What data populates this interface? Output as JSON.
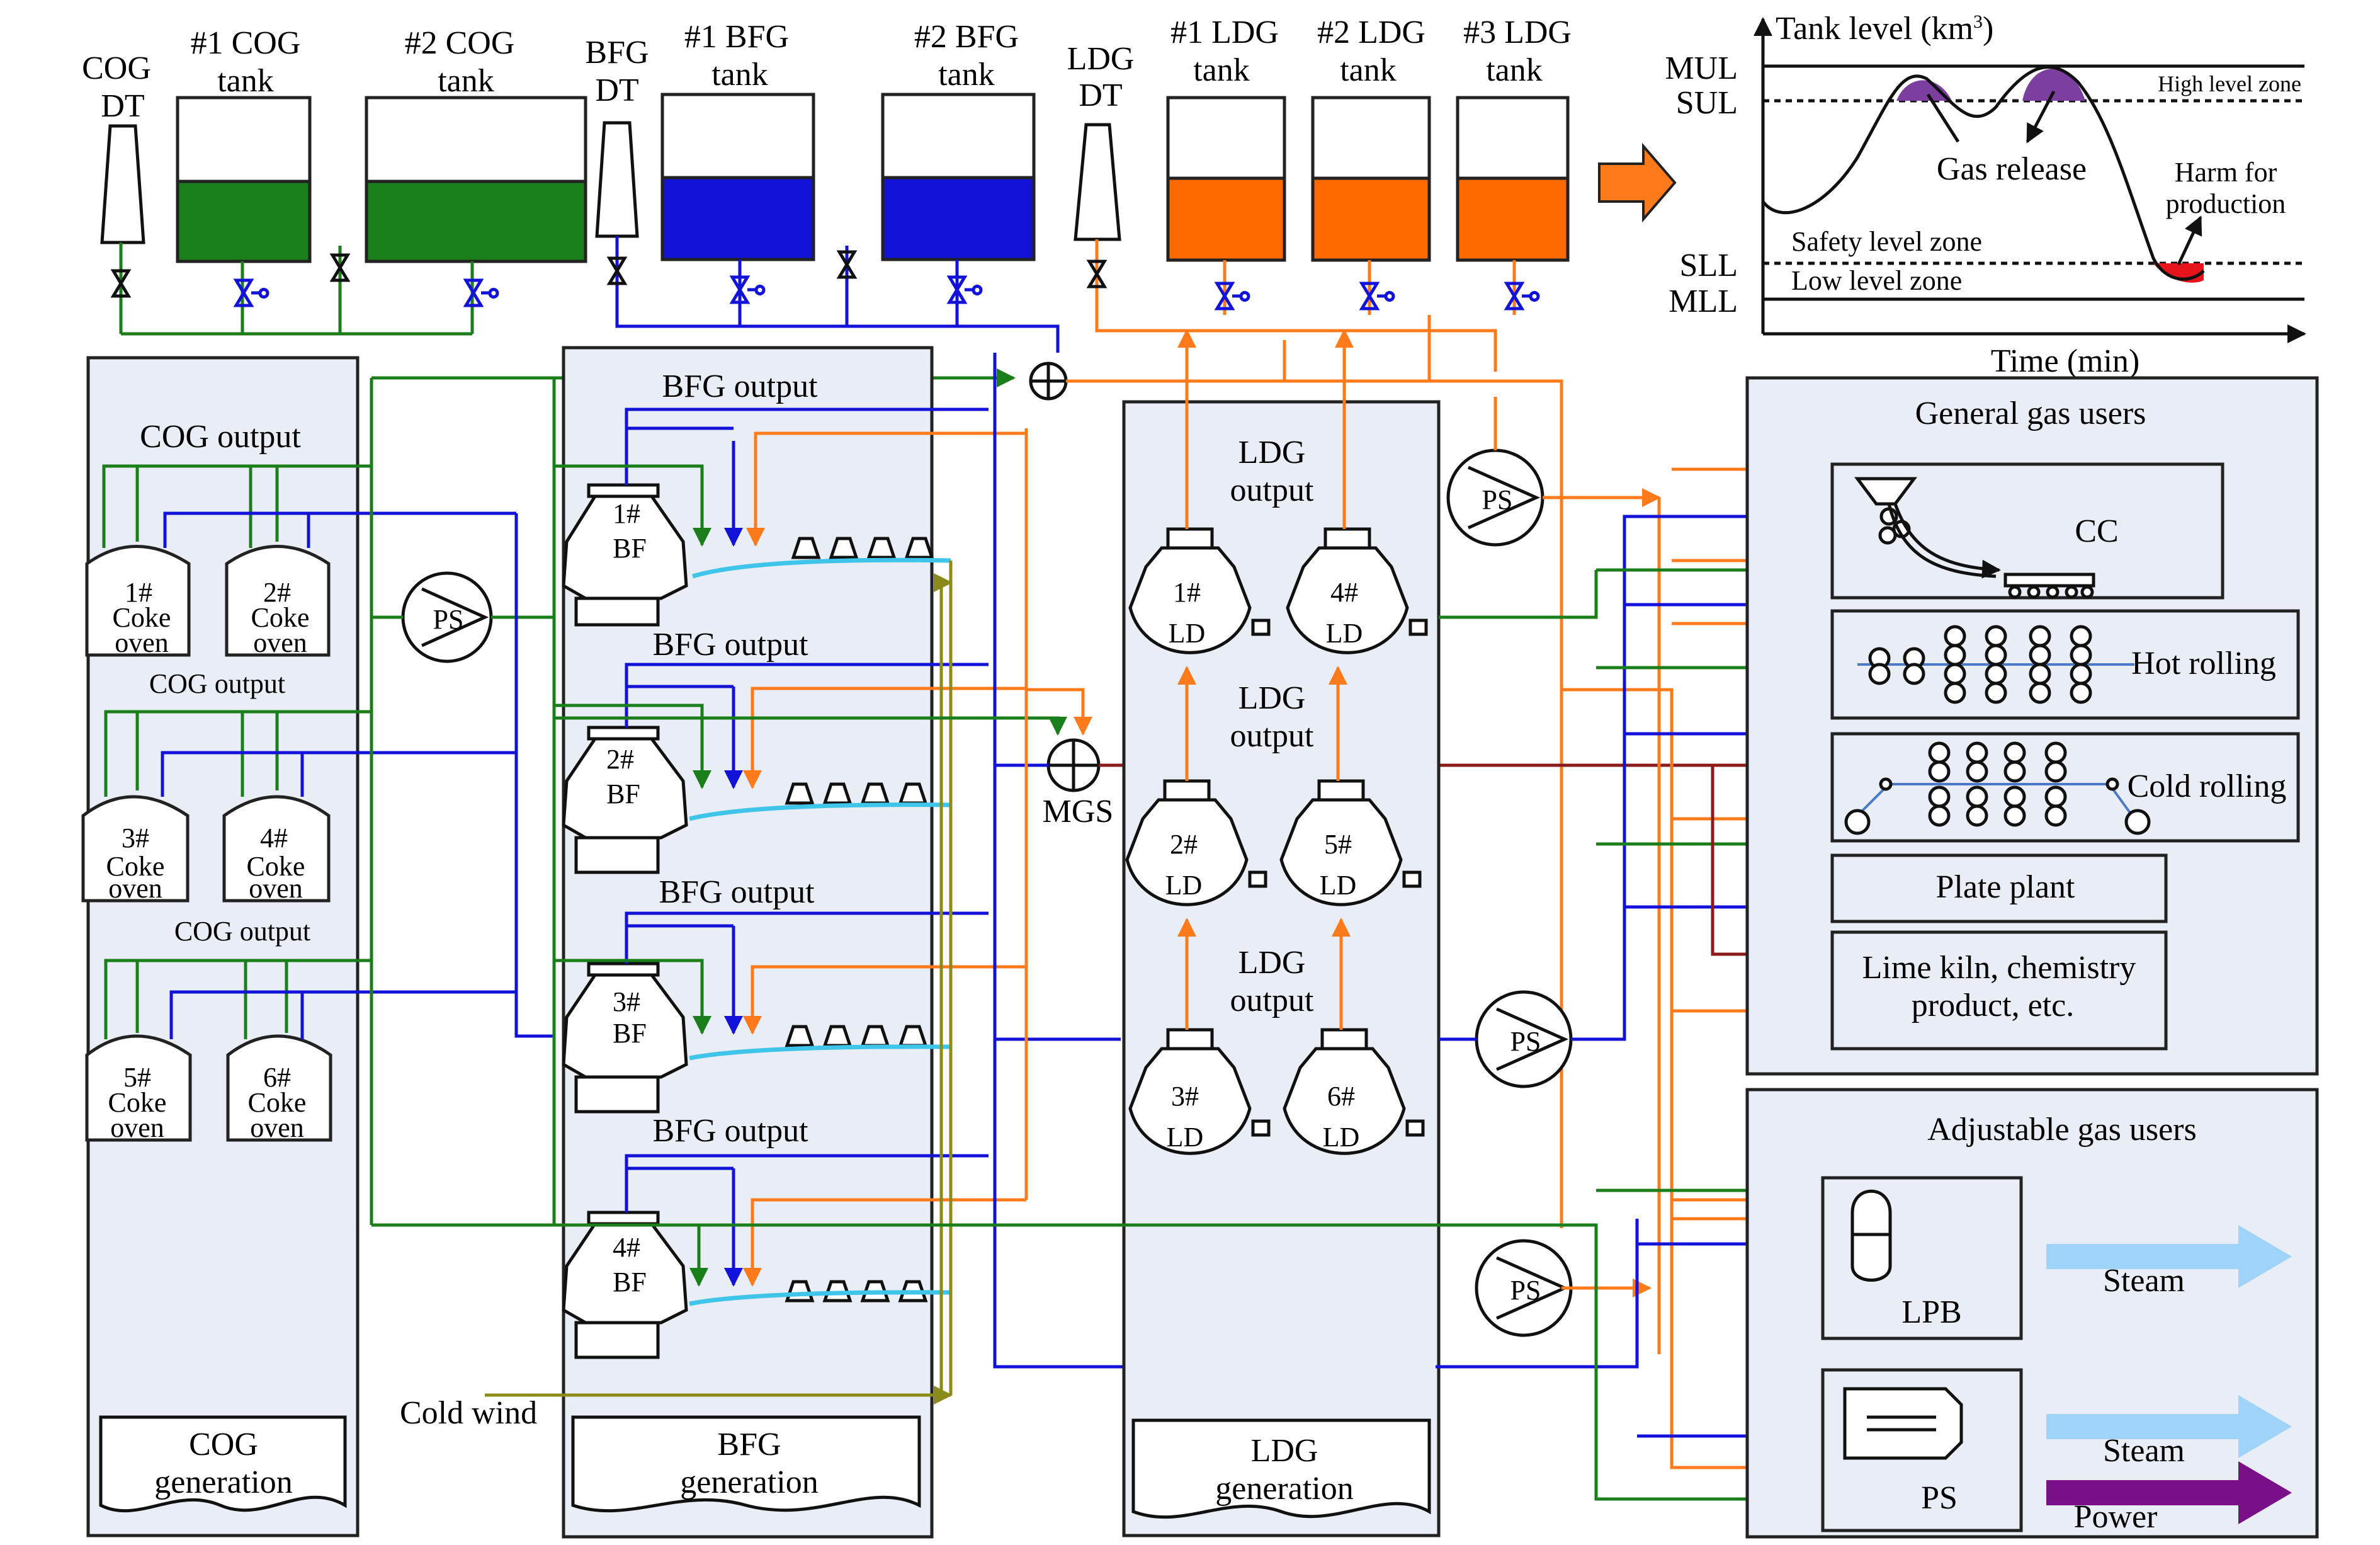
{
  "colors": {
    "cog": "#1a7f1a",
    "bfg": "#1212d8",
    "ldg": "#ff7a1a",
    "mixed": "#8b1a1a",
    "cold_wind": "#8b8b1a",
    "slag": "#3fc4ea",
    "steam": "#9fd3f7",
    "power": "#7a0f8a",
    "panel": "#e9edf5",
    "release": "#7b3fa0",
    "harm": "#e8141b"
  },
  "tanks": {
    "cog_dt": [
      "COG",
      "DT"
    ],
    "cog1": [
      "#1 COG",
      "tank"
    ],
    "cog2": [
      "#2 COG",
      "tank"
    ],
    "bfg_dt": [
      "BFG",
      "DT"
    ],
    "bfg1": [
      "#1 BFG",
      "tank"
    ],
    "bfg2": [
      "#2 BFG",
      "tank"
    ],
    "ldg_dt": [
      "LDG",
      "DT"
    ],
    "ldg1": [
      "#1 LDG",
      "tank"
    ],
    "ldg2": [
      "#2 LDG",
      "tank"
    ],
    "ldg3": [
      "#3 LDG",
      "tank"
    ]
  },
  "level_chart": {
    "ylabel_main": "Tank level (km",
    "ylabel_sup": "3",
    "ylabel_close": ")",
    "xlabel": "Time (min)",
    "levels": [
      "MUL",
      "SUL",
      "SLL",
      "MLL"
    ],
    "zones": {
      "high": "High level zone",
      "safety": "Safety level zone",
      "low": "Low level zone"
    },
    "annotations": {
      "release": "Gas release",
      "harm": [
        "Harm for",
        "production"
      ]
    }
  },
  "cog_panel": {
    "outputs": [
      "COG output",
      "COG output",
      "COG output"
    ],
    "ovens": [
      [
        "1#",
        "Coke",
        "oven"
      ],
      [
        "2#",
        "Coke",
        "oven"
      ],
      [
        "3#",
        "Coke",
        "oven"
      ],
      [
        "4#",
        "Coke",
        "oven"
      ],
      [
        "5#",
        "Coke",
        "oven"
      ],
      [
        "6#",
        "Coke",
        "oven"
      ]
    ],
    "generation": [
      "COG",
      "generation"
    ]
  },
  "bfg_panel": {
    "outputs": [
      "BFG output",
      "BFG output",
      "BFG output",
      "BFG output"
    ],
    "furnaces": [
      [
        "1#",
        "BF"
      ],
      [
        "2#",
        "BF"
      ],
      [
        "3#",
        "BF"
      ],
      [
        "4#",
        "BF"
      ]
    ],
    "generation": [
      "BFG",
      "generation"
    ]
  },
  "ldg_panel": {
    "outputs": [
      [
        "LDG",
        "output"
      ],
      [
        "LDG",
        "output"
      ],
      [
        "LDG",
        "output"
      ]
    ],
    "converters": [
      [
        "1#",
        "LD"
      ],
      [
        "4#",
        "LD"
      ],
      [
        "2#",
        "LD"
      ],
      [
        "5#",
        "LD"
      ],
      [
        "3#",
        "LD"
      ],
      [
        "6#",
        "LD"
      ]
    ],
    "generation": [
      "LDG",
      "generation"
    ]
  },
  "misc": {
    "ps": "PS",
    "mgs": "MGS",
    "cold_wind": "Cold wind"
  },
  "general_users": {
    "title": "General gas users",
    "items": [
      "CC",
      "Hot rolling",
      "Cold rolling",
      "Plate plant",
      [
        "Lime kiln, chemistry",
        "product, etc."
      ]
    ]
  },
  "adjustable_users": {
    "title": "Adjustable gas users",
    "lpb": "LPB",
    "ps": "PS",
    "steam": "Steam",
    "power": "Power"
  }
}
